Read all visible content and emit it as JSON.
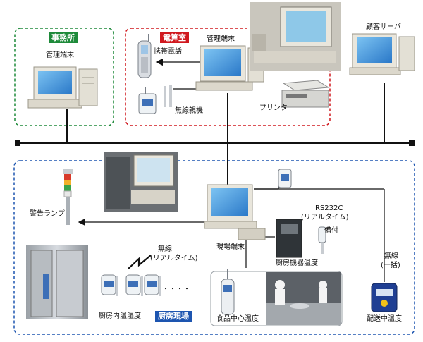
{
  "zones": {
    "office": {
      "title": "事務所",
      "color": "#1e8a3a"
    },
    "computer_room": {
      "title": "電算室",
      "color": "#d0181e"
    },
    "kitchen": {
      "title": "厨房現場",
      "color": "#1d55b0"
    }
  },
  "nodes": {
    "office_terminal": "管理端末",
    "mobile_phone": "携帯電話",
    "computer_room_terminal": "管理端末",
    "wireless_base_unit": "無線親機",
    "printer": "プリンタ",
    "customer_server": "顧客サーバ",
    "warning_lamp": "警告ランプ",
    "site_terminal": "現場端末",
    "rs232c_line1": "RS232C",
    "rs232c_line2": "(リアルタイム)",
    "equipped": "備付",
    "kitchen_equipment_temp": "厨房機器温度",
    "wireless_realtime_line1": "無線",
    "wireless_realtime_line2": "(リアルタイム)",
    "ellipsis": "・・・・",
    "kitchen_room_temp_humidity": "厨房内温湿度",
    "food_core_temp": "食品中心温度",
    "wireless_batch_line1": "無線",
    "wireless_batch_line2": "(一括)",
    "delivery_temp": "配送中温度"
  },
  "colors": {
    "network_line": "#111111",
    "screen_blue": "#3a8fd6",
    "monitor_beige": "#e9e6dc"
  }
}
